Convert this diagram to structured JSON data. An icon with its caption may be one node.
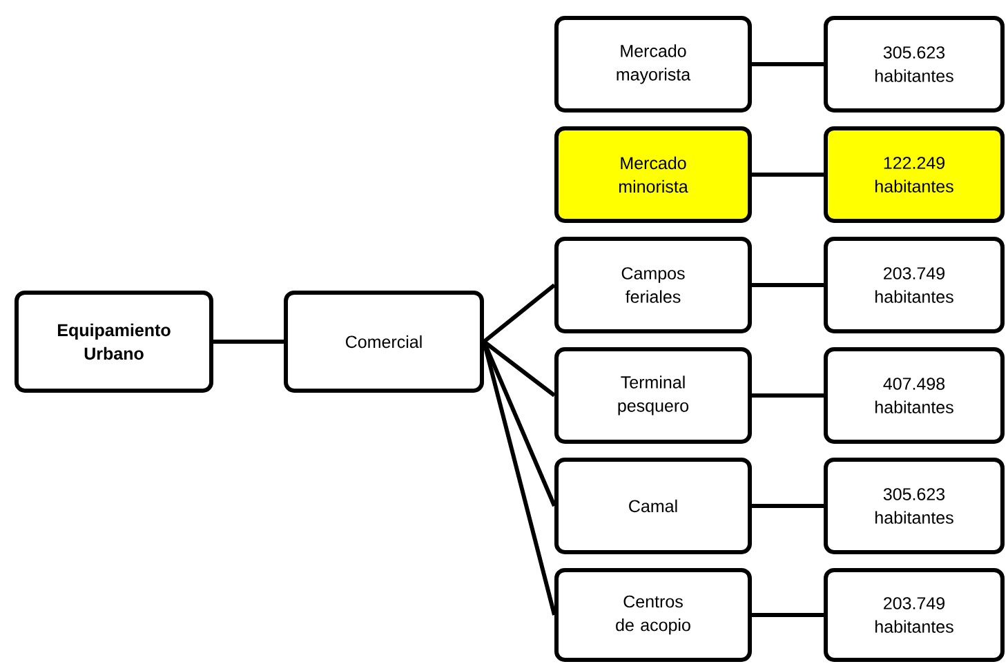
{
  "diagram": {
    "nodes": [
      {
        "text": [
          "Equipamiento Urbano"
        ]
      },
      {
        "text": [
          "Comercial"
        ]
      },
      {
        "text": [
          "Mercado mayorista"
        ]
      },
      {
        "text": [
          "305.623 habitantes"
        ]
      },
      {
        "text": [
          "Mercado minorista"
        ]
      },
      {
        "text": [
          "122.249 habitantes"
        ]
      },
      {
        "text": [
          "Campos feriales"
        ]
      },
      {
        "text": [
          "203.749 habitantes"
        ]
      },
      {
        "text": [
          "Terminal pesquero"
        ]
      },
      {
        "text": [
          "407.498 habitantes"
        ]
      },
      {
        "text": [
          "Camal"
        ]
      },
      {
        "text": [
          "305.623 habitantes"
        ]
      },
      {
        "text": [
          "Centros de acopio"
        ]
      },
      {
        "text": [
          "203.749 habitantes"
        ]
      }
    ],
    "edges": [
      {
        "from": 0,
        "to": 1,
        "arrow": "none"
      },
      {
        "from": 1,
        "to": 6,
        "arrow": "none"
      },
      {
        "from": 1,
        "to": 8,
        "arrow": "none"
      },
      {
        "from": 1,
        "to": 10,
        "arrow": "none"
      },
      {
        "from": 1,
        "to": 12,
        "arrow": "none"
      },
      {
        "from": 2,
        "to": 3,
        "arrow": "none"
      },
      {
        "from": 4,
        "to": 5,
        "arrow": "none"
      },
      {
        "from": 6,
        "to": 7,
        "arrow": "none"
      },
      {
        "from": 8,
        "to": 9,
        "arrow": "none"
      },
      {
        "from": 10,
        "to": 11,
        "arrow": "none"
      },
      {
        "from": 12,
        "to": 13,
        "arrow": "none"
      }
    ]
  }
}
